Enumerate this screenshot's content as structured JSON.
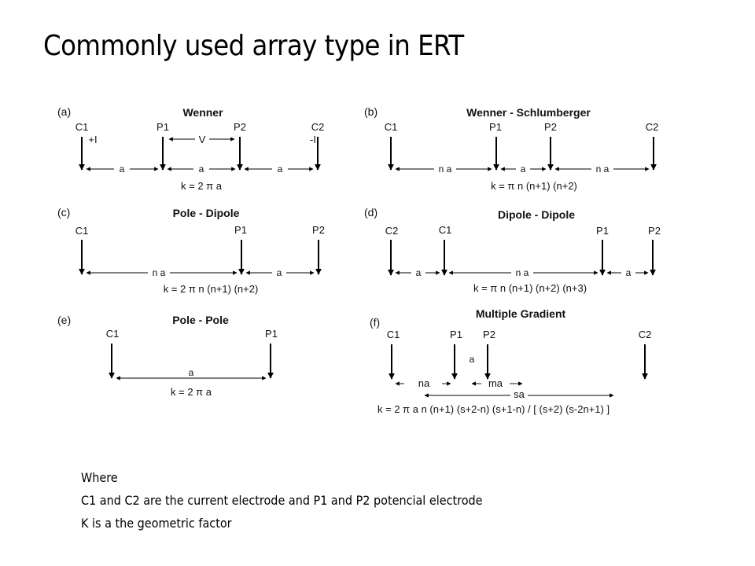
{
  "title": "Commonly used array type in ERT",
  "panels": [
    {
      "id": "a",
      "label": "(a)",
      "title": "Wenner",
      "electrodes": [
        "C1",
        "P1",
        "P2",
        "C2"
      ],
      "current_signs": [
        "+I",
        "-I"
      ],
      "voltage_label": "V",
      "spacings": [
        "a",
        "a",
        "a"
      ],
      "formula": "k = 2 π a"
    },
    {
      "id": "b",
      "label": "(b)",
      "title": "Wenner - Schlumberger",
      "electrodes": [
        "C1",
        "P1",
        "P2",
        "C2"
      ],
      "spacings": [
        "n a",
        "a",
        "n a"
      ],
      "formula": "k = π n (n+1) (n+2)"
    },
    {
      "id": "c",
      "label": "(c)",
      "title": "Pole - Dipole",
      "electrodes": [
        "C1",
        "P1",
        "P2"
      ],
      "spacings": [
        "n a",
        "a"
      ],
      "formula": "k = 2 π n (n+1) (n+2)"
    },
    {
      "id": "d",
      "label": "(d)",
      "title": "Dipole - Dipole",
      "electrodes": [
        "C2",
        "C1",
        "P1",
        "P2"
      ],
      "spacings": [
        "a",
        "n a",
        "a"
      ],
      "formula": "k = π n (n+1) (n+2) (n+3)"
    },
    {
      "id": "e",
      "label": "(e)",
      "title": "Pole - Pole",
      "electrodes": [
        "C1",
        "P1"
      ],
      "spacings": [
        "a"
      ],
      "formula": "k = 2 π a"
    },
    {
      "id": "f",
      "label": "(f)",
      "title": "Multiple Gradient",
      "electrodes": [
        "C1",
        "P1",
        "P2",
        "C2"
      ],
      "spacings": [
        "na",
        "a",
        "ma",
        "sa"
      ],
      "formula": "k = 2 π a n (n+1) (s+2-n) (s+1-n) / [ (s+2) (s-2n+1) ]"
    }
  ],
  "legend": {
    "line1": "Where",
    "line2": "C1 and C2 are the current electrode and P1 and P2 potencial electrode",
    "line3": "K is a the geometric factor"
  }
}
